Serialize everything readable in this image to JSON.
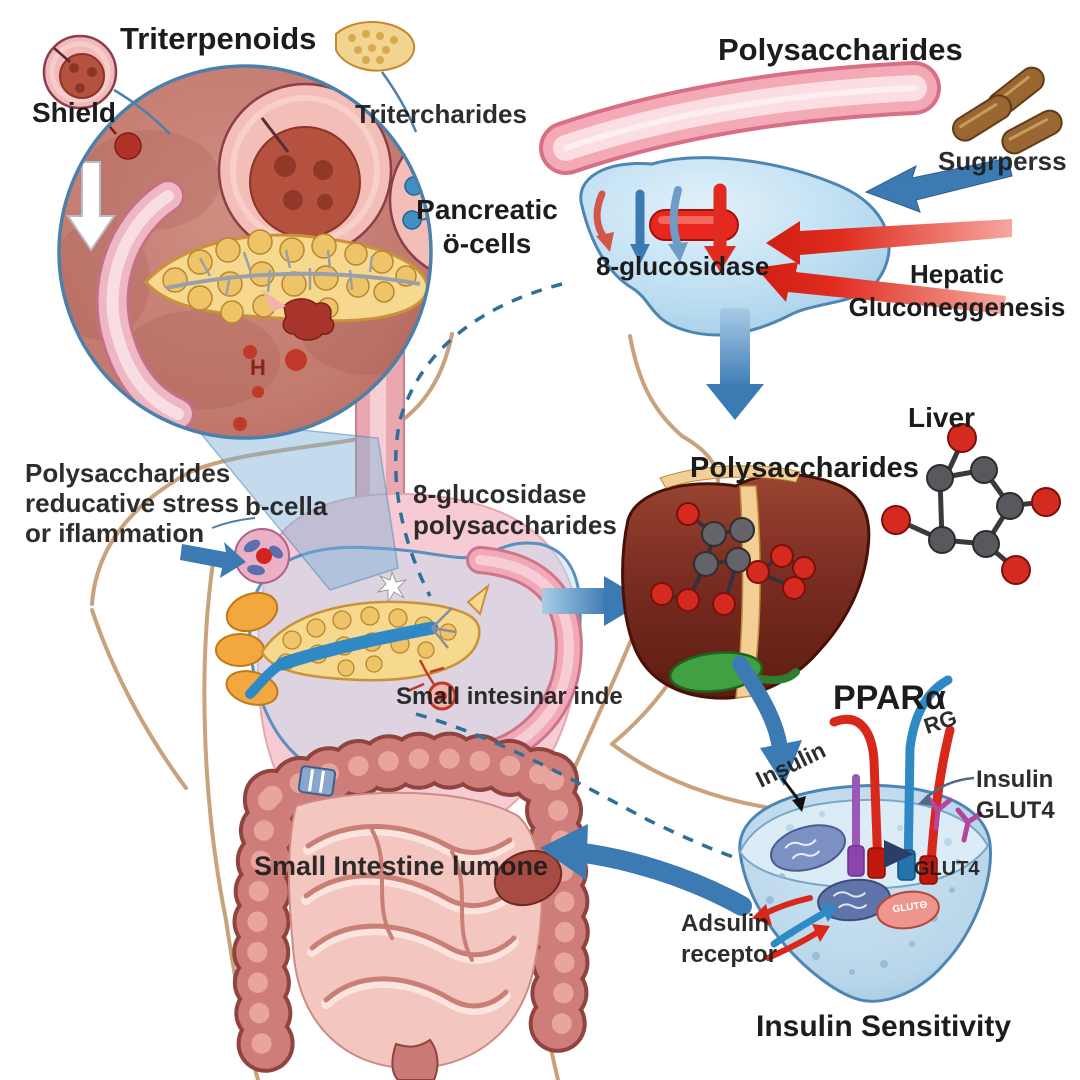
{
  "colors": {
    "accent_blue": "#3c7ab4",
    "dashed_blue": "#2f7096",
    "red": "#e02b1e",
    "rose_circle": "#c58078",
    "cell_blue": "#bedff2",
    "liver_brown": "#7b2d22",
    "skin_tan": "#c9a27b",
    "pancreas_yellow": "#f6d88f",
    "vessel_pink": "#f4aab6",
    "gallbladder_green": "#41a041",
    "capsule_brown": "#9a6732"
  },
  "inset": {
    "title": "Triterpenoids",
    "shield": "Shield",
    "tritercharides": "Tritercharides",
    "pancreatic_line1": "Pancreatic",
    "pancreatic_line2": "ö-cells",
    "h_marker": "H"
  },
  "glucose_pathway": {
    "title": "Polysaccharides",
    "sugar": "Sugrperss",
    "enzyme": "8-glucosidase",
    "hepatic_line1": "Hepatic",
    "hepatic_line2": "Gluconeggenesis"
  },
  "torso": {
    "stress_line1": "Polysaccharides",
    "stress_line2": "reducative stress",
    "stress_line3": "or iflammation",
    "b_cell": "b-cella",
    "enzyme_line1": "8-glucosidase",
    "enzyme_line2": "polysaccharides",
    "intestine_note": "Small intesinar inde",
    "intestine_label": "Small Intestine lumone"
  },
  "liver": {
    "name": "Liver",
    "label": "Polysaccharides"
  },
  "insulin": {
    "ppar": "PPARα",
    "rg": "RG",
    "insulin": "Insulin",
    "glut4_line1": "Insulin",
    "glut4_line2": "GLUT4",
    "glut4": "GLUT4",
    "receptor_line1": "Adsulin",
    "receptor_line2": "receptor",
    "title": "Insulin Sensitivity",
    "vesicle": "GLUTΘ"
  }
}
